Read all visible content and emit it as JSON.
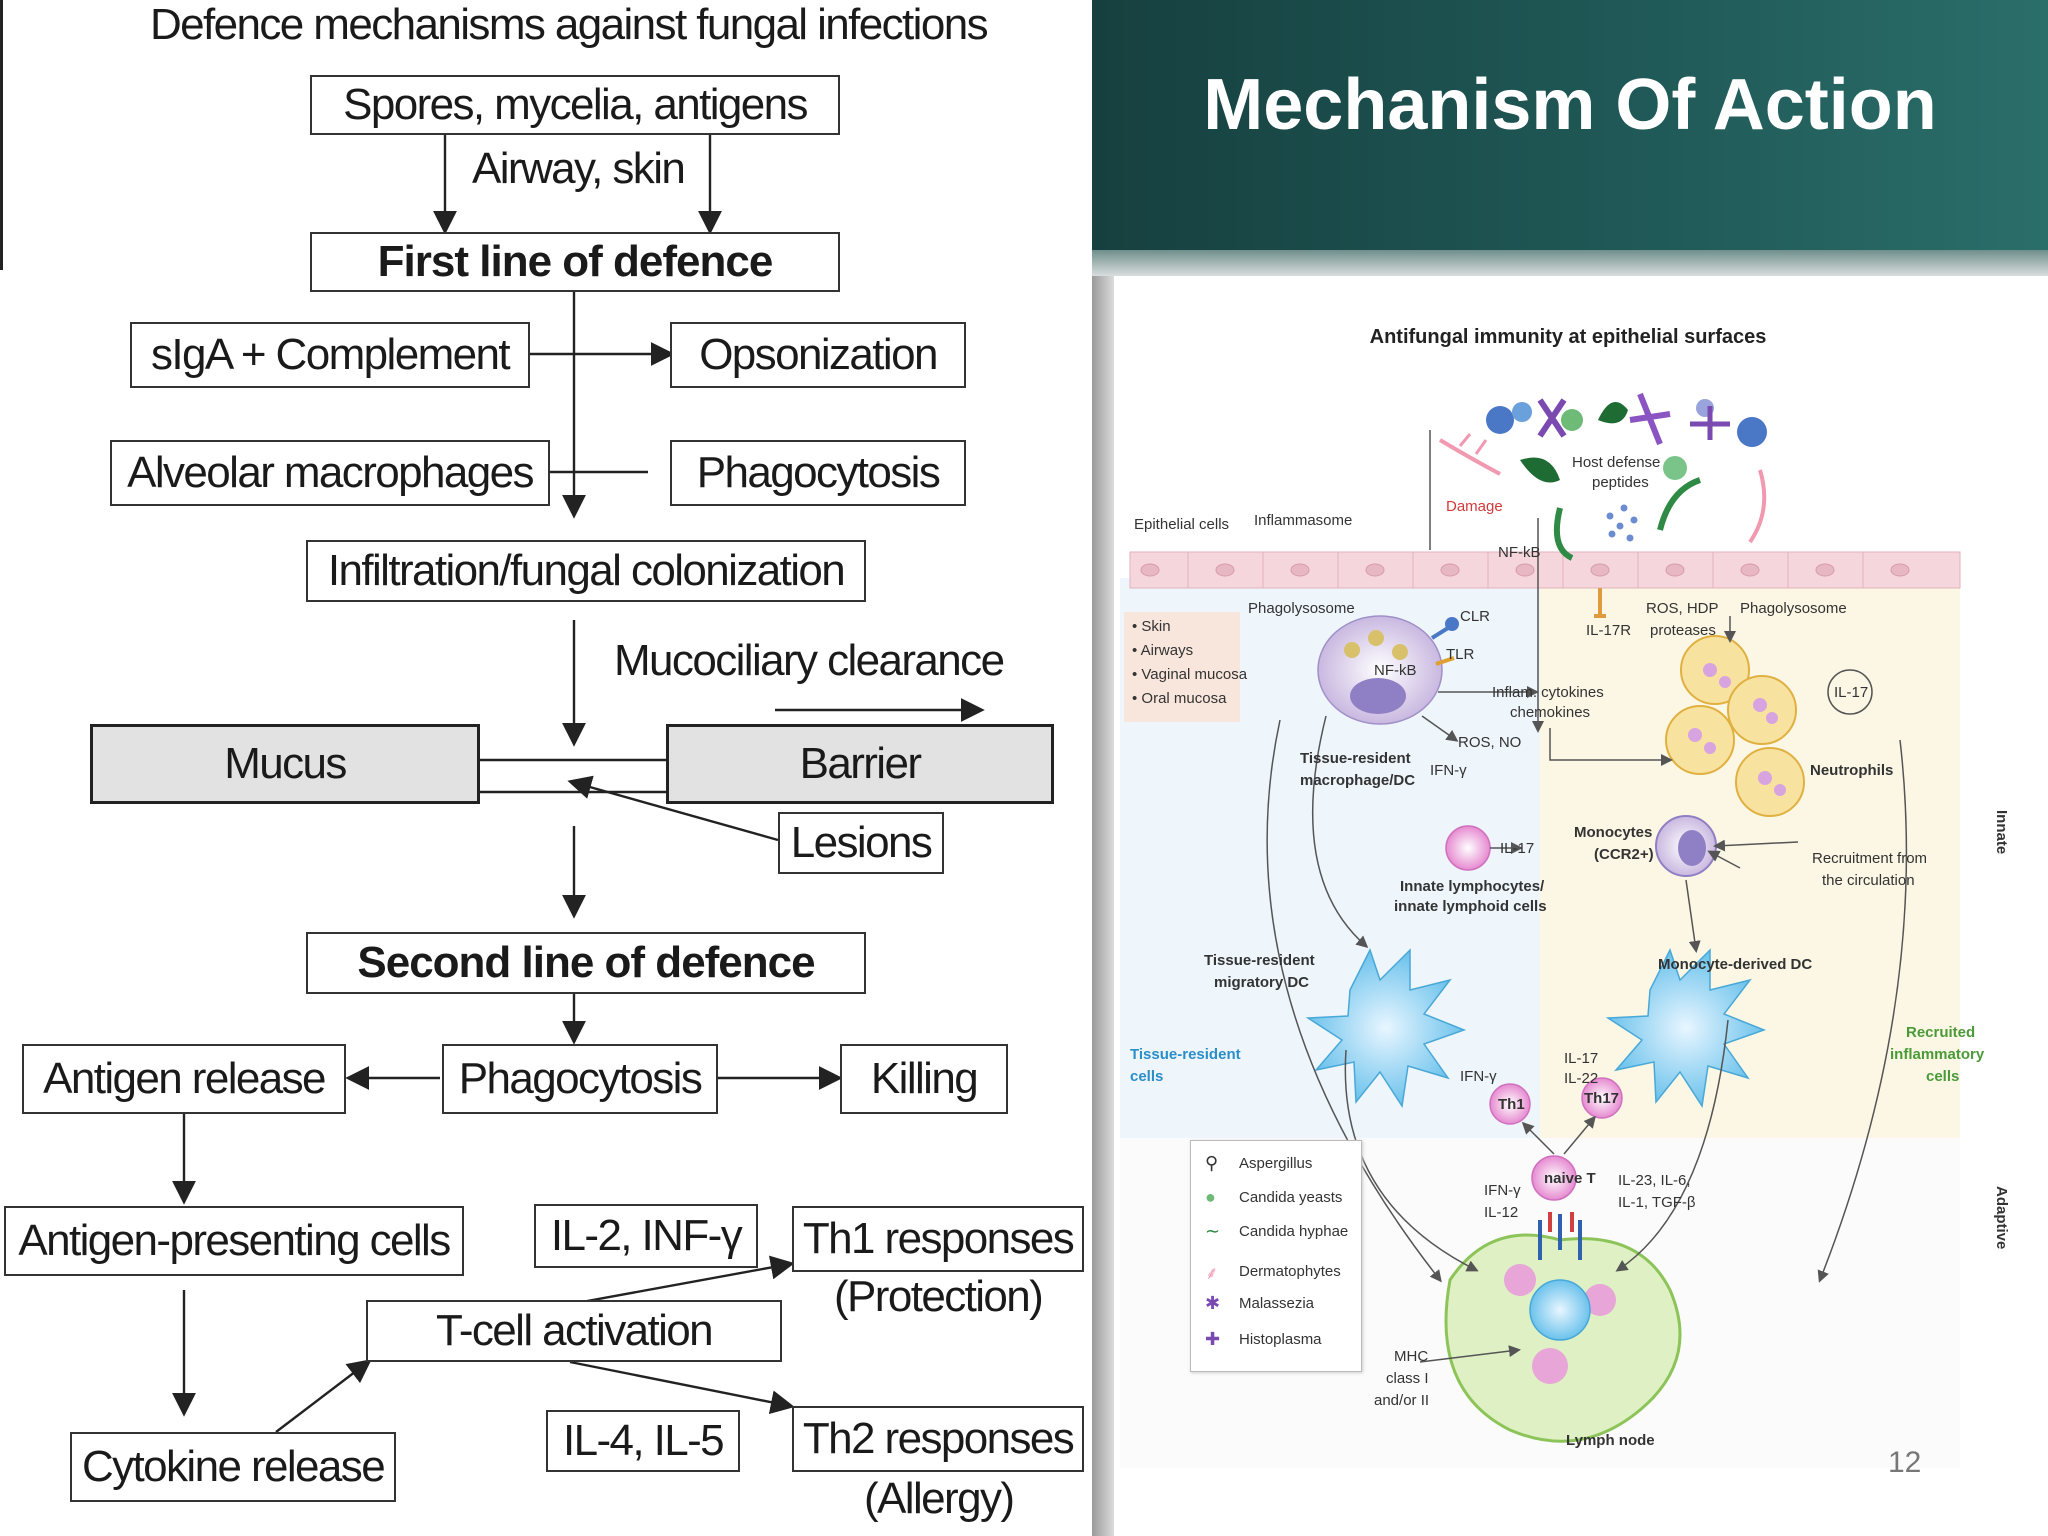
{
  "left": {
    "title": "Defence mechanisms against fungal infections",
    "spores": "Spores, mycelia, antigens",
    "airway": "Airway, skin",
    "first_line": "First line of defence",
    "siga": "sIgA + Complement",
    "opsonization": "Opsonization",
    "alveolar": "Alveolar macrophages",
    "phagocytosis1": "Phagocytosis",
    "infiltration": "Infiltration/fungal colonization",
    "mucociliary": "Mucociliary clearance",
    "mucus": "Mucus",
    "barrier": "Barrier",
    "lesions": "Lesions",
    "second_line": "Second line of defence",
    "antigen_release": "Antigen release",
    "phagocytosis2": "Phagocytosis",
    "killing": "Killing",
    "apc": "Antigen-presenting cells",
    "il2": "IL-2, INF-γ",
    "th1": "Th1 responses",
    "protection": "(Protection)",
    "tcell": "T-cell activation",
    "cytokine": "Cytokine release",
    "il4": "IL-4, IL-5",
    "th2": "Th2 responses",
    "allergy": "(Allergy)"
  },
  "slide": {
    "title": "Mechanism Of Action",
    "page_number": "12"
  },
  "figure": {
    "title": "Antifungal immunity at epithelial surfaces",
    "epithelial_cells": "Epithelial cells",
    "inflammasome": "Inflammasome",
    "damage": "Damage",
    "host_defense": "Host defense",
    "peptides": "peptides",
    "nfkb_top": "NF-kB",
    "tissue_list": [
      "• Skin",
      "• Airways",
      "• Vaginal mucosa",
      "• Oral mucosa"
    ],
    "phagolysosome_l": "Phagolysosome",
    "clr": "CLR",
    "tlr": "TLR",
    "nfkb_cell": "NF-kB",
    "il17r": "IL-17R",
    "ros_hdp": "ROS, HDP",
    "proteases": "proteases",
    "phagolysosome_r": "Phagolysosome",
    "inflam_cytokines": "Inflam. cytokines",
    "chemokines": "chemokines",
    "il17_ring": "IL-17",
    "tissue_resident_mac": "Tissue-resident",
    "macrophage_dc": "macrophage/DC",
    "ros_no": "ROS, NO",
    "ifng_mac": "IFN-γ",
    "neutrophils": "Neutrophils",
    "il17_ilc": "IL-17",
    "innate_lymph": "Innate lymphocytes/",
    "innate_lymphoid": "innate lymphoid cells",
    "monocytes": "Monocytes",
    "ccr2": "(CCR2+)",
    "recruitment": "Recruitment from",
    "circulation": "the circulation",
    "migratory1": "Tissue-resident",
    "migratory2": "migratory DC",
    "mono_dc": "Monocyte-derived DC",
    "tissue_resident_cells1": "Tissue-resident",
    "tissue_resident_cells2": "cells",
    "recruited1": "Recruited",
    "recruited2": "inflammatory",
    "recruited3": "cells",
    "ifng_th1": "IFN-γ",
    "il17_th17": "IL-17",
    "il22": "IL-22",
    "th1": "Th1",
    "th17": "Th17",
    "naive_t": "naive T",
    "ifng_naive": "IFN-γ",
    "il12": "IL-12",
    "il23": "IL-23, IL-6,",
    "il1tgf": "IL-1, TGF-β",
    "mhc1": "MHC",
    "mhc2": "class I",
    "mhc3": "and/or II",
    "lymph_node": "Lymph node",
    "innate": "Innate",
    "adaptive": "Adaptive",
    "legend": [
      "Aspergillus",
      "Candida yeasts",
      "Candida hyphae",
      "Dermatophytes",
      "Malassezia",
      "Histoplasma"
    ]
  },
  "colors": {
    "header": "#1f5856",
    "title_text": "#ffffff",
    "box_fill_shaded": "#e2e2e2",
    "damage_red": "#d23a3a",
    "tissue_blue": "#2a8fc9",
    "recruited_green": "#4b9a3a"
  }
}
